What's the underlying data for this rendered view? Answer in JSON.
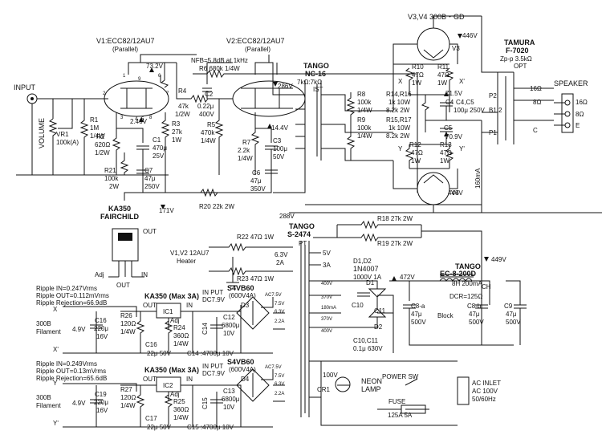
{
  "colors": {
    "ink": "#111111",
    "paper": "#ffffff"
  },
  "labels": {
    "input": "INPUT",
    "volume": "VOLUME",
    "vr1": [
      "VR1",
      "100k(A)"
    ],
    "r1": [
      "R1",
      "1M",
      "1/4W"
    ],
    "v1": [
      "V1:ECC82/12AU7",
      "(Parallel)"
    ],
    "v2": [
      "V2:ECC82/12AU7",
      "(Parallel)"
    ],
    "v34": "V3,V4 300B・GD",
    "v3": "V3",
    "v4": "V4",
    "v73": "73.2V",
    "v246": "2.46V",
    "r2": [
      "R2",
      "620Ω",
      "1/2W"
    ],
    "c1": [
      "C1",
      "470μ",
      "25V"
    ],
    "r3": [
      "R3",
      "27k",
      "1W"
    ],
    "r4": [
      "R4",
      "47k",
      "1/2W"
    ],
    "nfb": "NFB=5.8dB at 1kHz",
    "r6": "R6 680k 1/4W",
    "c2": [
      "C2",
      "0.22μ",
      "400V"
    ],
    "v286": "286V",
    "r5": [
      "R5",
      "470k",
      "1/4W"
    ],
    "v144": "14.4V",
    "r7": [
      "R7",
      "2.2k",
      "1/4W"
    ],
    "c3": [
      "C3",
      "100μ",
      "50V"
    ],
    "c6": [
      "C6",
      "47μ",
      "350V"
    ],
    "r21": [
      "R21",
      "100k",
      "2W"
    ],
    "c7": [
      "C7",
      "47μ",
      "250V"
    ],
    "r20": "R20 22k 2W",
    "v171": "171V",
    "v288": "288V",
    "ist": [
      "TANGO",
      "NC-16",
      "7kΩ:7kΩ",
      "IST"
    ],
    "r8": [
      "R8",
      "100k",
      "1/4W"
    ],
    "r9": [
      "R9",
      "100k",
      "1/4W"
    ],
    "v446a": "446V",
    "v446b": "446V",
    "r10": [
      "R10",
      "47Ω",
      "1W"
    ],
    "r11": [
      "R11",
      "47Ω",
      "1W"
    ],
    "xx": [
      "X",
      "X'",
      "Y",
      "Y'"
    ],
    "r1416": [
      "R14,R16",
      "1k 10W",
      "8.2k 2W"
    ],
    "r1517": [
      "R15,R17",
      "1k 10W",
      "8.2k 2W"
    ],
    "v715": "71.5V",
    "v709": "70.9V",
    "c4": "C4",
    "c45": [
      "C4,C5",
      "100μ 250V"
    ],
    "c5": "C5",
    "r12": [
      "R12",
      "47Ω",
      "1W"
    ],
    "r13": [
      "R13",
      "47Ω",
      "1W"
    ],
    "ma160": "160mA",
    "opt": [
      "TAMURA",
      "F-7020",
      "Zp-p 3.5kΩ",
      "OPT"
    ],
    "optpins": [
      "P2",
      "B1,2",
      "P1",
      "16Ω",
      "8Ω",
      "C"
    ],
    "speaker": "SPEAKER",
    "spkterms": [
      "16Ω",
      "8Ω",
      "E"
    ],
    "r18": "R18 27k 2W",
    "r19": "R19 27k 2W",
    "v449": "449V",
    "ka350chip": [
      "KA350",
      "FAIRCHILD"
    ],
    "pinlabels": [
      "OUT",
      "Adj",
      "IN",
      "OUT"
    ],
    "pt": [
      "TANGO",
      "S-2474",
      "PT"
    ],
    "r22": "R22 47Ω 1W",
    "r23": "R23 47Ω 1W",
    "heater": [
      "V1,V2 12AU7",
      "Heater"
    ],
    "heatertaps": [
      "6.3V",
      "2A",
      "5V",
      "3A"
    ],
    "d12": [
      "D1,D2",
      "1N4007",
      "1000V 1A"
    ],
    "d1": "D1",
    "d2": "D2",
    "v472": "472V",
    "c10": "C10",
    "c11": "C11",
    "c1011": [
      "C10,C11",
      "0.1μ 630V"
    ],
    "choke": [
      "TANGO",
      "EC-8-200D",
      "8H 200mA",
      "DCR=125Ω",
      "CH"
    ],
    "c8a": [
      "C8-a",
      "47μ",
      "500V"
    ],
    "block": "Block",
    "c8b": [
      "C8-b",
      "47μ",
      "500V"
    ],
    "c9": [
      "C9",
      "47μ",
      "500V"
    ],
    "pttaps": [
      "400V",
      "370V",
      "180mA",
      "370V",
      "400V"
    ],
    "reg1": {
      "ripple": [
        "Ripple IN=0.247Vrms",
        "Ripple OUT=0.112mVrms",
        "Ripple Rejection=66.9dB"
      ],
      "title": "KA350 (Max 3A)",
      "inp": [
        "IN PUT",
        "DC7.9V"
      ],
      "bridge": [
        "S4VB60",
        "(600V4A)"
      ],
      "ic": "IC1",
      "pins": [
        "OUT",
        "IN",
        "Adj"
      ],
      "r26": [
        "R26",
        "120Ω",
        "1/4W"
      ],
      "r24": [
        "R24",
        "360Ω",
        "1/4W"
      ],
      "c12": [
        "C12",
        "6800μ",
        "10V"
      ],
      "c14": "C14",
      "c16": "C16",
      "d": "D3",
      "ac": [
        "AC7.5V",
        "7.5V",
        "6.3V",
        "2.2A"
      ],
      "fil": [
        "300B",
        "Filament"
      ],
      "v": "4.9V",
      "c": [
        "C16",
        "220μ",
        "16V"
      ],
      "bottom": "22μ 50V",
      "cap": "C14 :4700μ 10V",
      "x": [
        "X",
        "X'"
      ]
    },
    "reg2": {
      "ripple": [
        "Ripple IN=0.249Vrms",
        "Ripple OUT=0.13mVrms",
        "Ripple Rejection=65.6dB"
      ],
      "title": "KA350 (Max 3A)",
      "inp": [
        "IN PUT",
        "DC7.9V"
      ],
      "bridge": [
        "S4VB60",
        "(600V4A)"
      ],
      "ic": "IC2",
      "pins": [
        "OUT",
        "IN",
        "Adj"
      ],
      "r27": [
        "R27",
        "120Ω",
        "1/4W"
      ],
      "r25": [
        "R25",
        "360Ω",
        "1/4W"
      ],
      "c13": [
        "C13",
        "6800μ",
        "10V"
      ],
      "c15": "C15",
      "c17": "C17",
      "d": "D4",
      "ac": [
        "AC7.5V",
        "7.5V",
        "6.3V",
        "2.2A"
      ],
      "fil": [
        "300B",
        "Filament"
      ],
      "v": "4.9V",
      "c": [
        "C19",
        "220μ",
        "16V"
      ],
      "bottom": "22μ 50V",
      "cap": "C15 :4700μ 10V",
      "x": [
        "Y",
        "Y'"
      ]
    },
    "pinx": "X",
    "pinxp": "X'",
    "piny": "Y",
    "pinyp": "Y'",
    "v100": "100V",
    "cr1": "CR1",
    "neon": [
      "NEON",
      "LAMP"
    ],
    "powersw": "POWER SW",
    "fuse": "FUSE",
    "fuse2": "125A 5A",
    "acinlet": [
      "AC INLET",
      "AC 100V",
      "50/60Hz"
    ],
    "tubepins": [
      "1",
      "2",
      "3",
      "6",
      "7",
      "8",
      "4",
      "5",
      "9"
    ]
  }
}
